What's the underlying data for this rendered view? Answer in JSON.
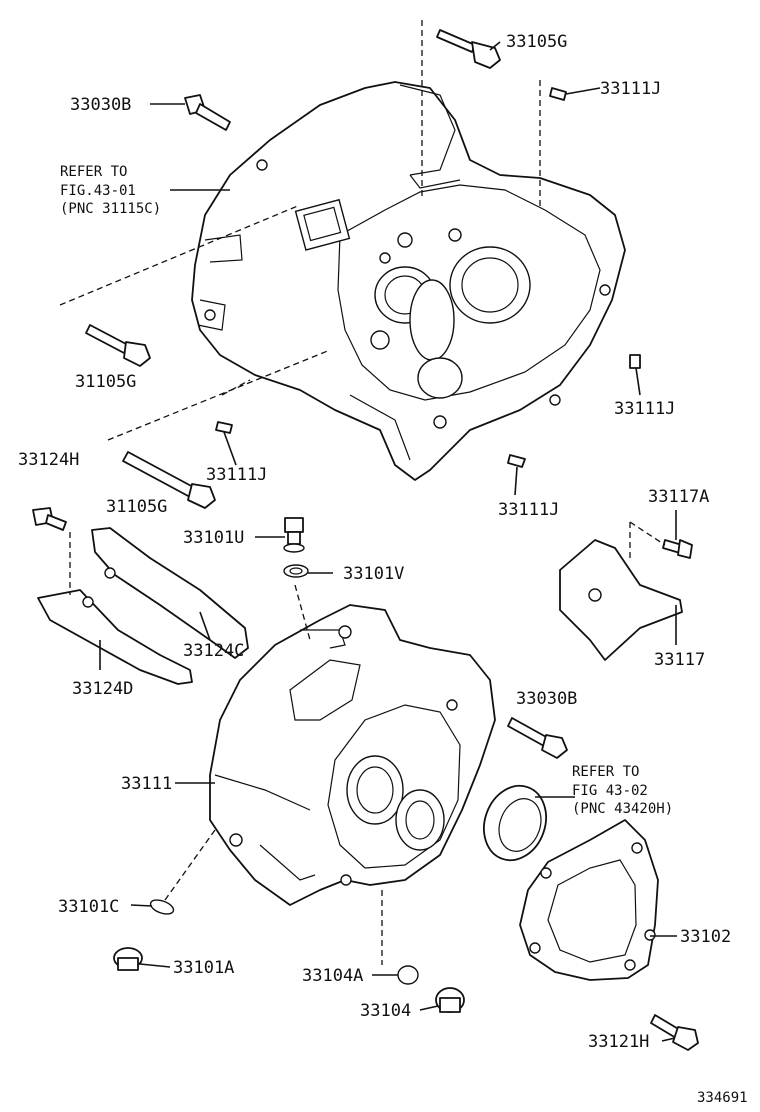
{
  "labels": {
    "p33105G_top": "33105G",
    "p33030B_top": "33030B",
    "p33111J_top": "33111J",
    "refer1_line1": "REFER TO",
    "refer1_line2": "FIG.43-01",
    "refer1_line3": "(PNC 31115C)",
    "p31105G_a": "31105G",
    "p33111J_right": "33111J",
    "p33124H": "33124H",
    "p33111J_mid": "33111J",
    "p31105G_b": "31105G",
    "p33111J_center": "33111J",
    "p33117A": "33117A",
    "p33101U": "33101U",
    "p33101V": "33101V",
    "p33124C": "33124C",
    "p33124D": "33124D",
    "p33117": "33117",
    "p33030B_mid": "33030B",
    "p33111": "33111",
    "refer2_line1": "REFER TO",
    "refer2_line2": "FIG 43-02",
    "refer2_line3": "(PNC 43420H)",
    "p33101C": "33101C",
    "p33102": "33102",
    "p33101A": "33101A",
    "p33104A": "33104A",
    "p33104": "33104",
    "p33121H": "33121H",
    "drawing_number": "334691"
  }
}
